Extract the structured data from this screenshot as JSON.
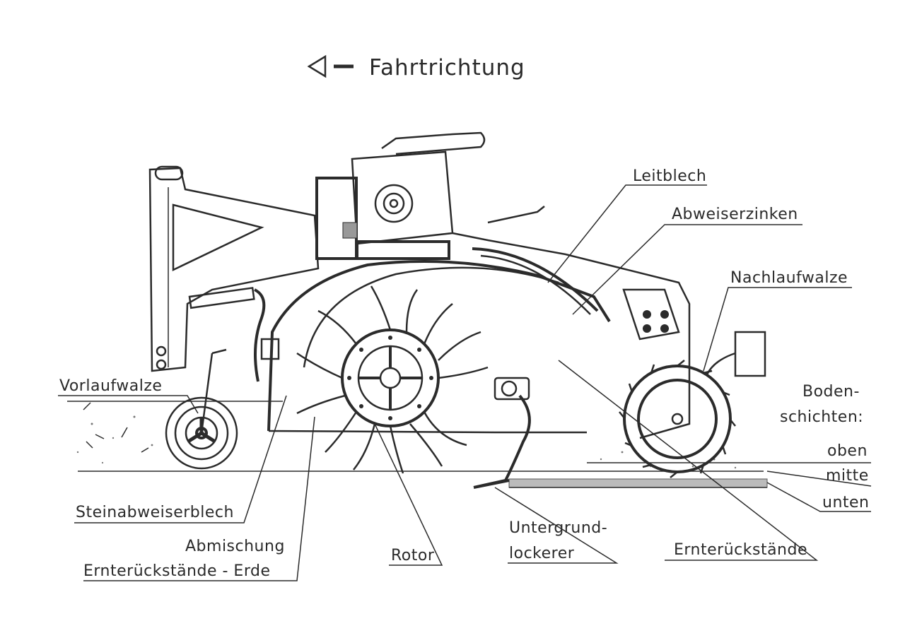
{
  "title": "Fahrtrichtung",
  "labels": {
    "leitblech": "Leitblech",
    "abweiserzinken": "Abweiserzinken",
    "nachlaufwalze": "Nachlaufwalze",
    "vorlaufwalze": "Vorlaufwalze",
    "bodenschichten_1": "Boden-",
    "bodenschichten_2": "schichten:",
    "oben": "oben",
    "mitte": "mitte",
    "unten": "unten",
    "steinabweiserblech": "Steinabweiserblech",
    "abmischung_1": "Abmischung",
    "abmischung_2": "Ernterückstände - Erde",
    "rotor": "Rotor",
    "untergrund_1": "Untergrund-",
    "untergrund_2": "lockerer",
    "ernterueckstaende": "Ernterückstände"
  }
}
